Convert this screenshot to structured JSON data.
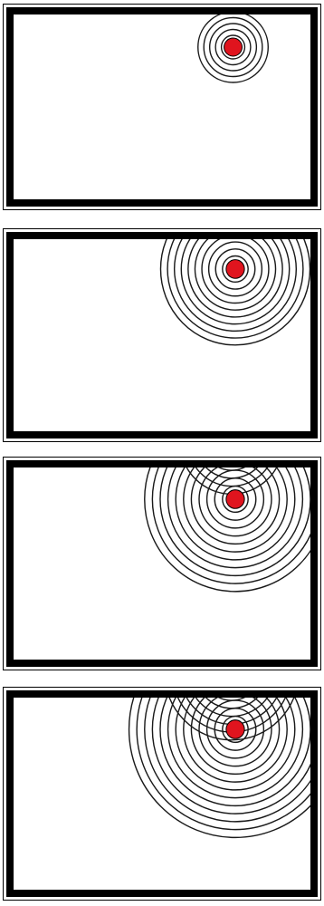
{
  "panels": [
    {
      "stage": 1,
      "source_color": "#e0141e",
      "ring_groups": [
        {
          "origin": "source",
          "ring_count": 4,
          "spread": 1.0
        }
      ]
    },
    {
      "stage": 2,
      "source_color": "#e0141e",
      "ring_groups": [
        {
          "origin": "source",
          "ring_count": 9,
          "spread": 1.0
        }
      ]
    },
    {
      "stage": 3,
      "source_color": "#e0141e",
      "ring_groups": [
        {
          "origin": "source",
          "ring_count": 10,
          "spread": 1.0
        },
        {
          "origin": "top-edge-reflection",
          "ring_count": 5,
          "spread": 1.0
        },
        {
          "origin": "right-edge-reflection",
          "ring_count": 2,
          "spread": 1.0
        }
      ]
    },
    {
      "stage": 4,
      "source_color": "#e0141e",
      "ring_groups": [
        {
          "origin": "source",
          "ring_count": 12,
          "spread": 1.0
        },
        {
          "origin": "top-edge-reflection",
          "ring_count": 7,
          "spread": 1.0
        },
        {
          "origin": "right-edge-reflection",
          "ring_count": 4,
          "spread": 1.0
        }
      ]
    }
  ],
  "colors": {
    "frame": "#000000",
    "ring": "#1a1a1a",
    "background": "#ffffff"
  }
}
